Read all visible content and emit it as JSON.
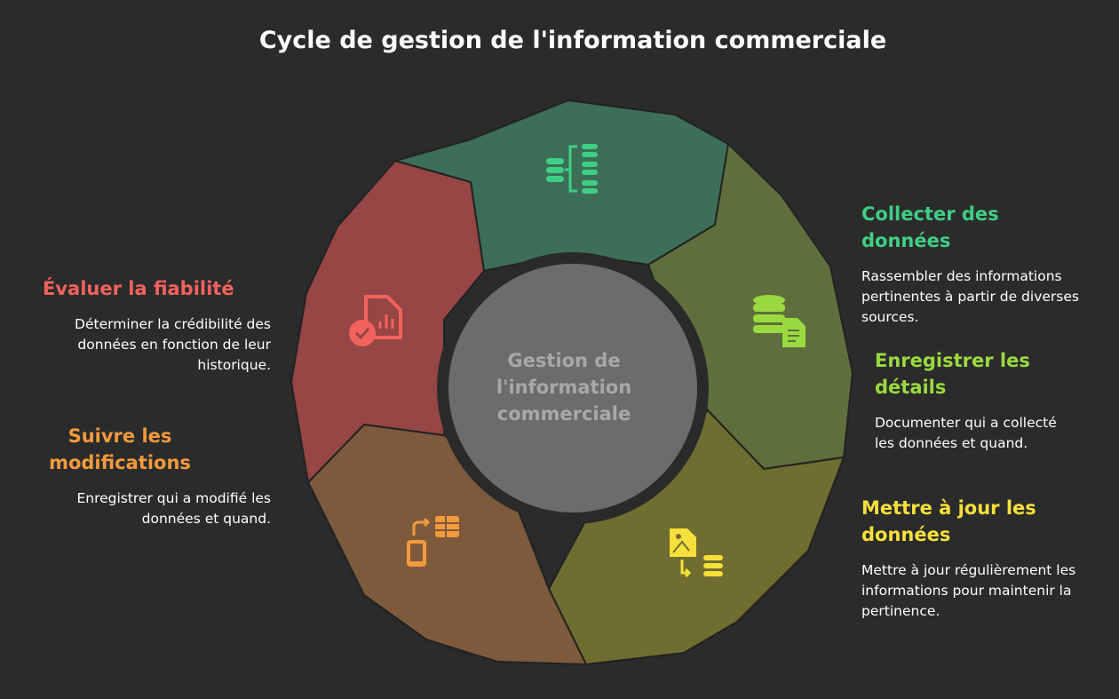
{
  "title": "Cycle de gestion de l'information commerciale",
  "center_label": "Gestion de l'information commerciale",
  "steps": [
    {
      "title": "Collecter des données",
      "description": "Rassembler des informations pertinentes à partir de diverses sources.",
      "color": "#3ecf84",
      "segment_color": "#3d6e58",
      "icon": "database-hierarchy-icon"
    },
    {
      "title": "Enregistrer les détails",
      "description": "Documenter qui a collecté les données et quand.",
      "color": "#9ad93f",
      "segment_color": "#5e6e3c",
      "icon": "database-document-icon"
    },
    {
      "title": "Mettre à jour les données",
      "description": "Mettre à jour régulièrement les informations pour maintenir la pertinence.",
      "color": "#f7e03b",
      "segment_color": "#6f6d30",
      "icon": "image-file-to-database-icon"
    },
    {
      "title": "Suivre les modifications",
      "description": "Enregistrer qui a modifié les données et quand.",
      "color": "#f29a3d",
      "segment_color": "#7d5a3c",
      "icon": "mobile-sync-table-icon"
    },
    {
      "title": "Évaluer la fiabilité",
      "description": "Déterminer la crédibilité des données en fonction de leur historique.",
      "color": "#f2625d",
      "segment_color": "#964645",
      "icon": "verified-report-icon"
    }
  ],
  "colors": {
    "background": "#2b2b2b",
    "hub_fill": "#6c6c6c",
    "hub_ring": "#2a2a2a",
    "segment_stroke": "#222222"
  }
}
